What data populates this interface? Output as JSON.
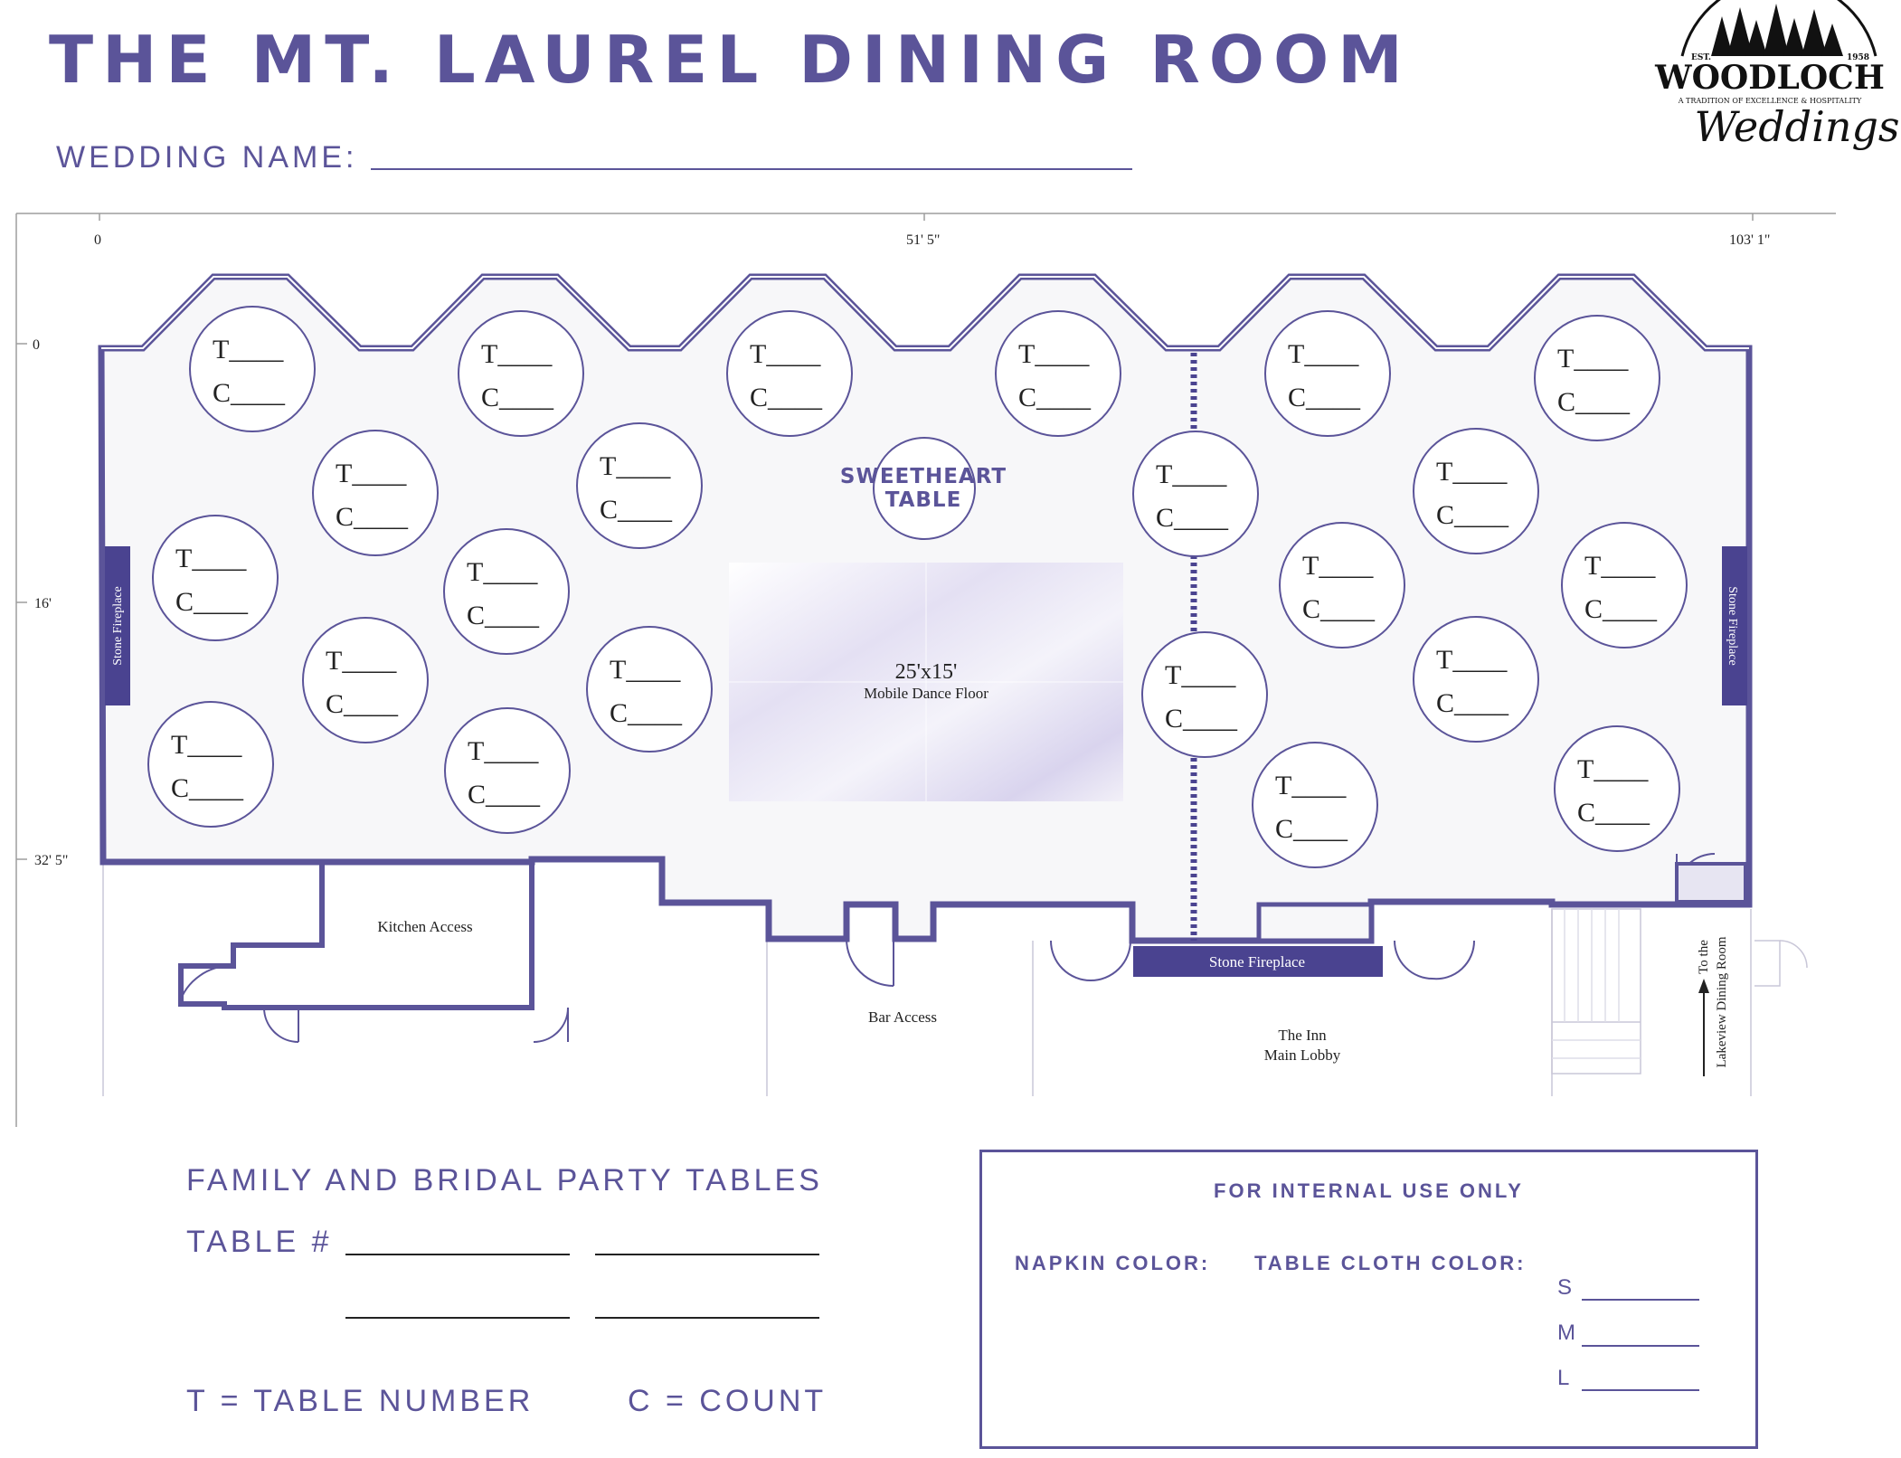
{
  "header": {
    "title": "THE MT. LAUREL DINING ROOM",
    "wedding_name_label": "WEDDING NAME:"
  },
  "logo": {
    "est": "EST.",
    "year": "1958",
    "brand": "WOODLOCH",
    "tagline": "A TRADITION OF EXCELLENCE & HOSPITALITY",
    "script": "Weddings"
  },
  "plan": {
    "ruler_x": [
      "0",
      "51' 5\"",
      "103' 1\""
    ],
    "ruler_y": [
      "0",
      "16'",
      "32' 5\""
    ],
    "table_t": "T____",
    "table_c": "C____",
    "sweetheart": [
      "SWEETHEART",
      "TABLE"
    ],
    "dance_floor_size": "25'x15'",
    "dance_floor_label": "Mobile Dance Floor",
    "stone_fireplace": "Stone Fireplace",
    "kitchen": "Kitchen Access",
    "bar": "Bar Access",
    "lobby": [
      "The Inn",
      "Main Lobby"
    ],
    "lakeview": [
      "To the",
      "Lakeview Dining Room"
    ]
  },
  "family": {
    "title": "FAMILY AND BRIDAL PARTY TABLES",
    "table_label": "TABLE #"
  },
  "legend": {
    "t": "T = TABLE NUMBER",
    "c": "C = COUNT"
  },
  "internal": {
    "title": "FOR INTERNAL USE ONLY",
    "napkin": "NAPKIN COLOR:",
    "cloth": "TABLE CLOTH COLOR:",
    "sizes": [
      "S",
      "M",
      "L"
    ]
  },
  "colors": {
    "accent": "#5b5499",
    "floor": "#f7f7f9",
    "wall": "#4a4390"
  }
}
